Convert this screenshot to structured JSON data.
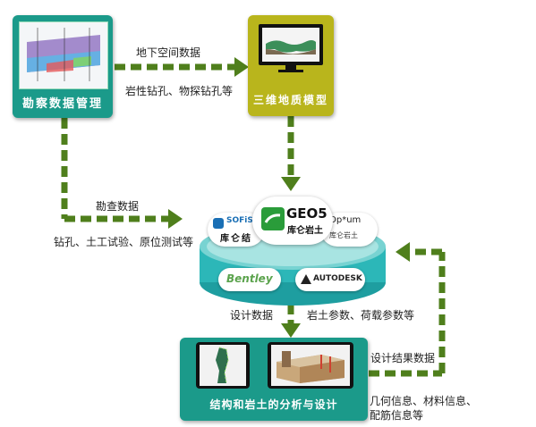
{
  "nodes": {
    "survey": {
      "title": "勘察数据管理"
    },
    "geo_model": {
      "title": "三维地质模型"
    },
    "analysis": {
      "title": "结构和岩土的分析与设计"
    }
  },
  "platform": {
    "geo5_logo": "GEO5",
    "geo5_sub": "库仑岩土",
    "sofi_logo": "SOFiS",
    "sofi_sub": "库仑结",
    "optum_logo": "Op*um",
    "optum_sub": "库仑岩土",
    "bentley_logo": "Bentley",
    "autodesk_logo": "AUTODESK"
  },
  "arrows": {
    "top_label_1": "地下空间数据",
    "top_label_2": "岩性钻孔、物探钻孔等",
    "mid_label_1": "勘查数据",
    "mid_label_2": "钻孔、土工试验、原位测试等",
    "bottom_label_1": "设计数据",
    "bottom_label_2": "岩土参数、荷载参数等",
    "return_label_1": "设计结果数据",
    "return_label_2": "几何信息、材料信息、",
    "return_label_3": "配筋信息等"
  },
  "colors": {
    "teal": "#1b9a8a",
    "yellow_green": "#b9b51c",
    "arrow_green": "#4f7f1c",
    "platform": "#2cb7b8"
  }
}
